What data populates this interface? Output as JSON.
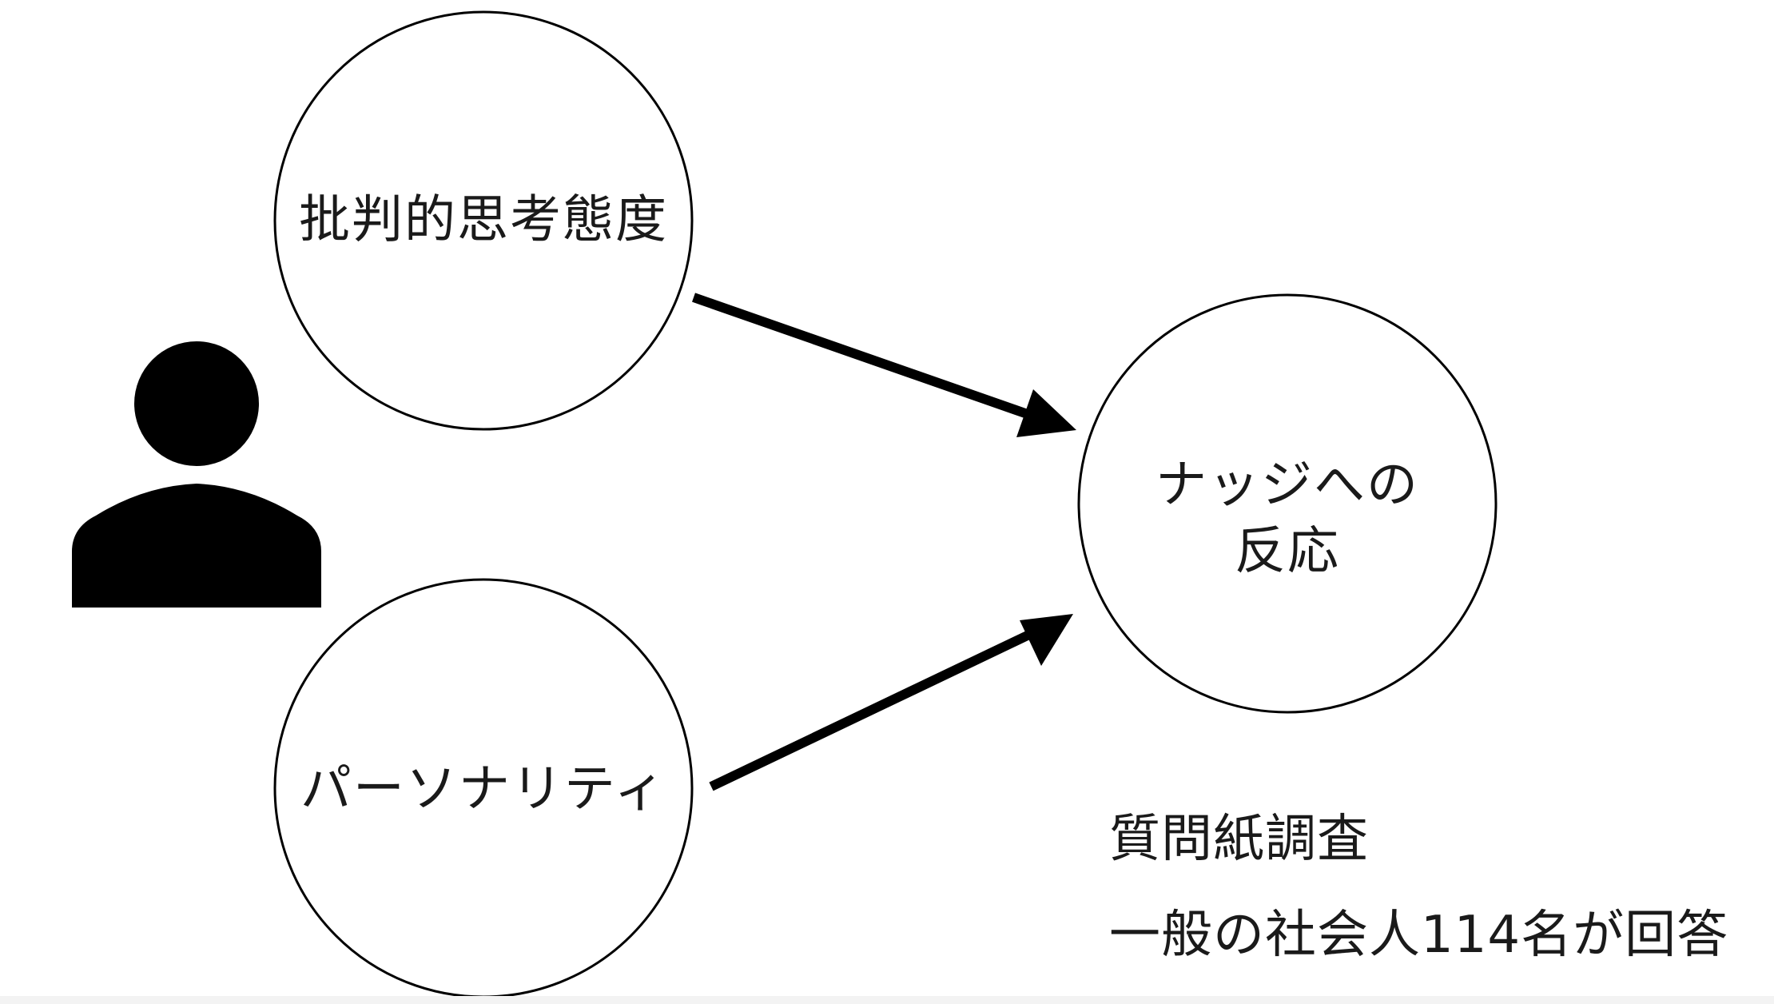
{
  "nodes": {
    "critical_thinking": {
      "label": "批判的思考態度"
    },
    "personality": {
      "label": "パーソナリティ"
    },
    "nudge_response": {
      "label_lines": [
        "ナッジへの",
        "反応"
      ]
    }
  },
  "edges": [
    {
      "from": "critical_thinking",
      "to": "nudge_response"
    },
    {
      "from": "personality",
      "to": "nudge_response"
    }
  ],
  "person_icon": "person-silhouette-icon",
  "notes": {
    "method": "質問紙調査",
    "participants": "一般の社会人114名が回答"
  },
  "colors": {
    "stroke": "#000000",
    "fill": "#ffffff",
    "text": "#1a1a1a"
  }
}
